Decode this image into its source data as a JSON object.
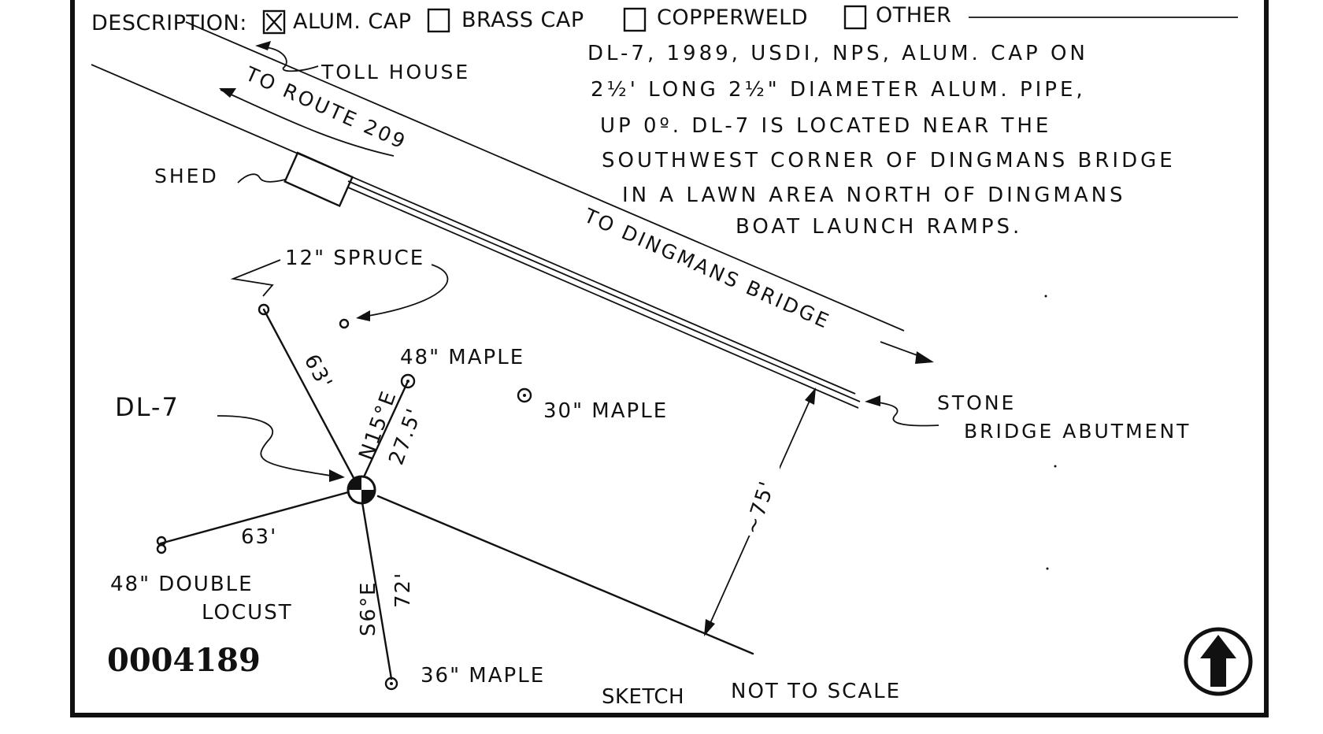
{
  "form": {
    "description_label": "DESCRIPTION:",
    "options": [
      {
        "label": "ALUM. CAP",
        "checked": true
      },
      {
        "label": "BRASS CAP",
        "checked": false
      },
      {
        "label": "COPPERWELD",
        "checked": false
      },
      {
        "label": "OTHER",
        "checked": false
      }
    ]
  },
  "notes": [
    "DL-7, 1989, USDI, NPS, ALUM. CAP ON",
    "2½' LONG 2½\" DIAMETER ALUM. PIPE,",
    "UP 0º. DL-7 IS LOCATED NEAR THE",
    "SOUTHWEST CORNER OF DINGMANS BRIDGE",
    "IN A LAWN AREA NORTH OF DINGMANS",
    "BOAT LAUNCH RAMPS."
  ],
  "labels": {
    "toll_house": "TOLL HOUSE",
    "to_route": "TO ROUTE 209",
    "shed": "SHED",
    "to_bridge": "TO DINGMANS BRIDGE",
    "spruce": "12\" SPRUCE",
    "maple_48": "48\" MAPLE",
    "maple_30": "30\" MAPLE",
    "maple_36": "36\" MAPLE",
    "dl7": "DL-7",
    "stone_line1": "STONE",
    "stone_line2": "BRIDGE ABUTMENT",
    "double_locust_line1": "48\" DOUBLE",
    "double_locust_line2": "LOCUST",
    "sketch": "SKETCH",
    "not_to_scale": "NOT TO SCALE",
    "record_number": "0004189"
  },
  "dimensions": {
    "spruce_distance": "63'",
    "maple48_bearing": "N15°E",
    "maple48_distance": "27.5'",
    "locust_distance": "63'",
    "maple36_bearing": "S6°E",
    "maple36_distance": "72'",
    "abutment_distance": "~75'"
  },
  "colors": {
    "ink": "#111111",
    "paper": "#ffffff"
  },
  "icons": {
    "north_arrow": "north-arrow-icon",
    "benchmark": "benchmark-disk-icon"
  }
}
